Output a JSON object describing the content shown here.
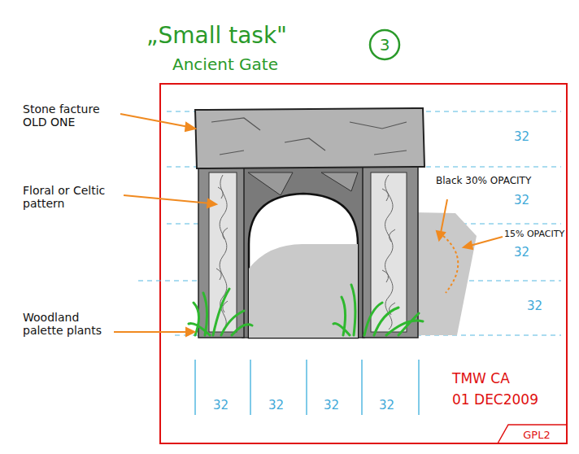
{
  "diagram": {
    "title": "„Small task\"",
    "nodes": [
      {
        "text": [
          "3"
        ]
      },
      {
        "text": [
          "GPL2"
        ]
      }
    ],
    "labels": [
      "Ancient Gate",
      "Stone facture OLD ONE",
      "Floral or Celtic pattern",
      "Woodland palette plants",
      "Black 30% OPACITY",
      "15% OPACITY",
      "32",
      "32",
      "32",
      "32",
      "32",
      "32",
      "32",
      "32",
      "TMW CA",
      "01 DEC2009"
    ]
  }
}
